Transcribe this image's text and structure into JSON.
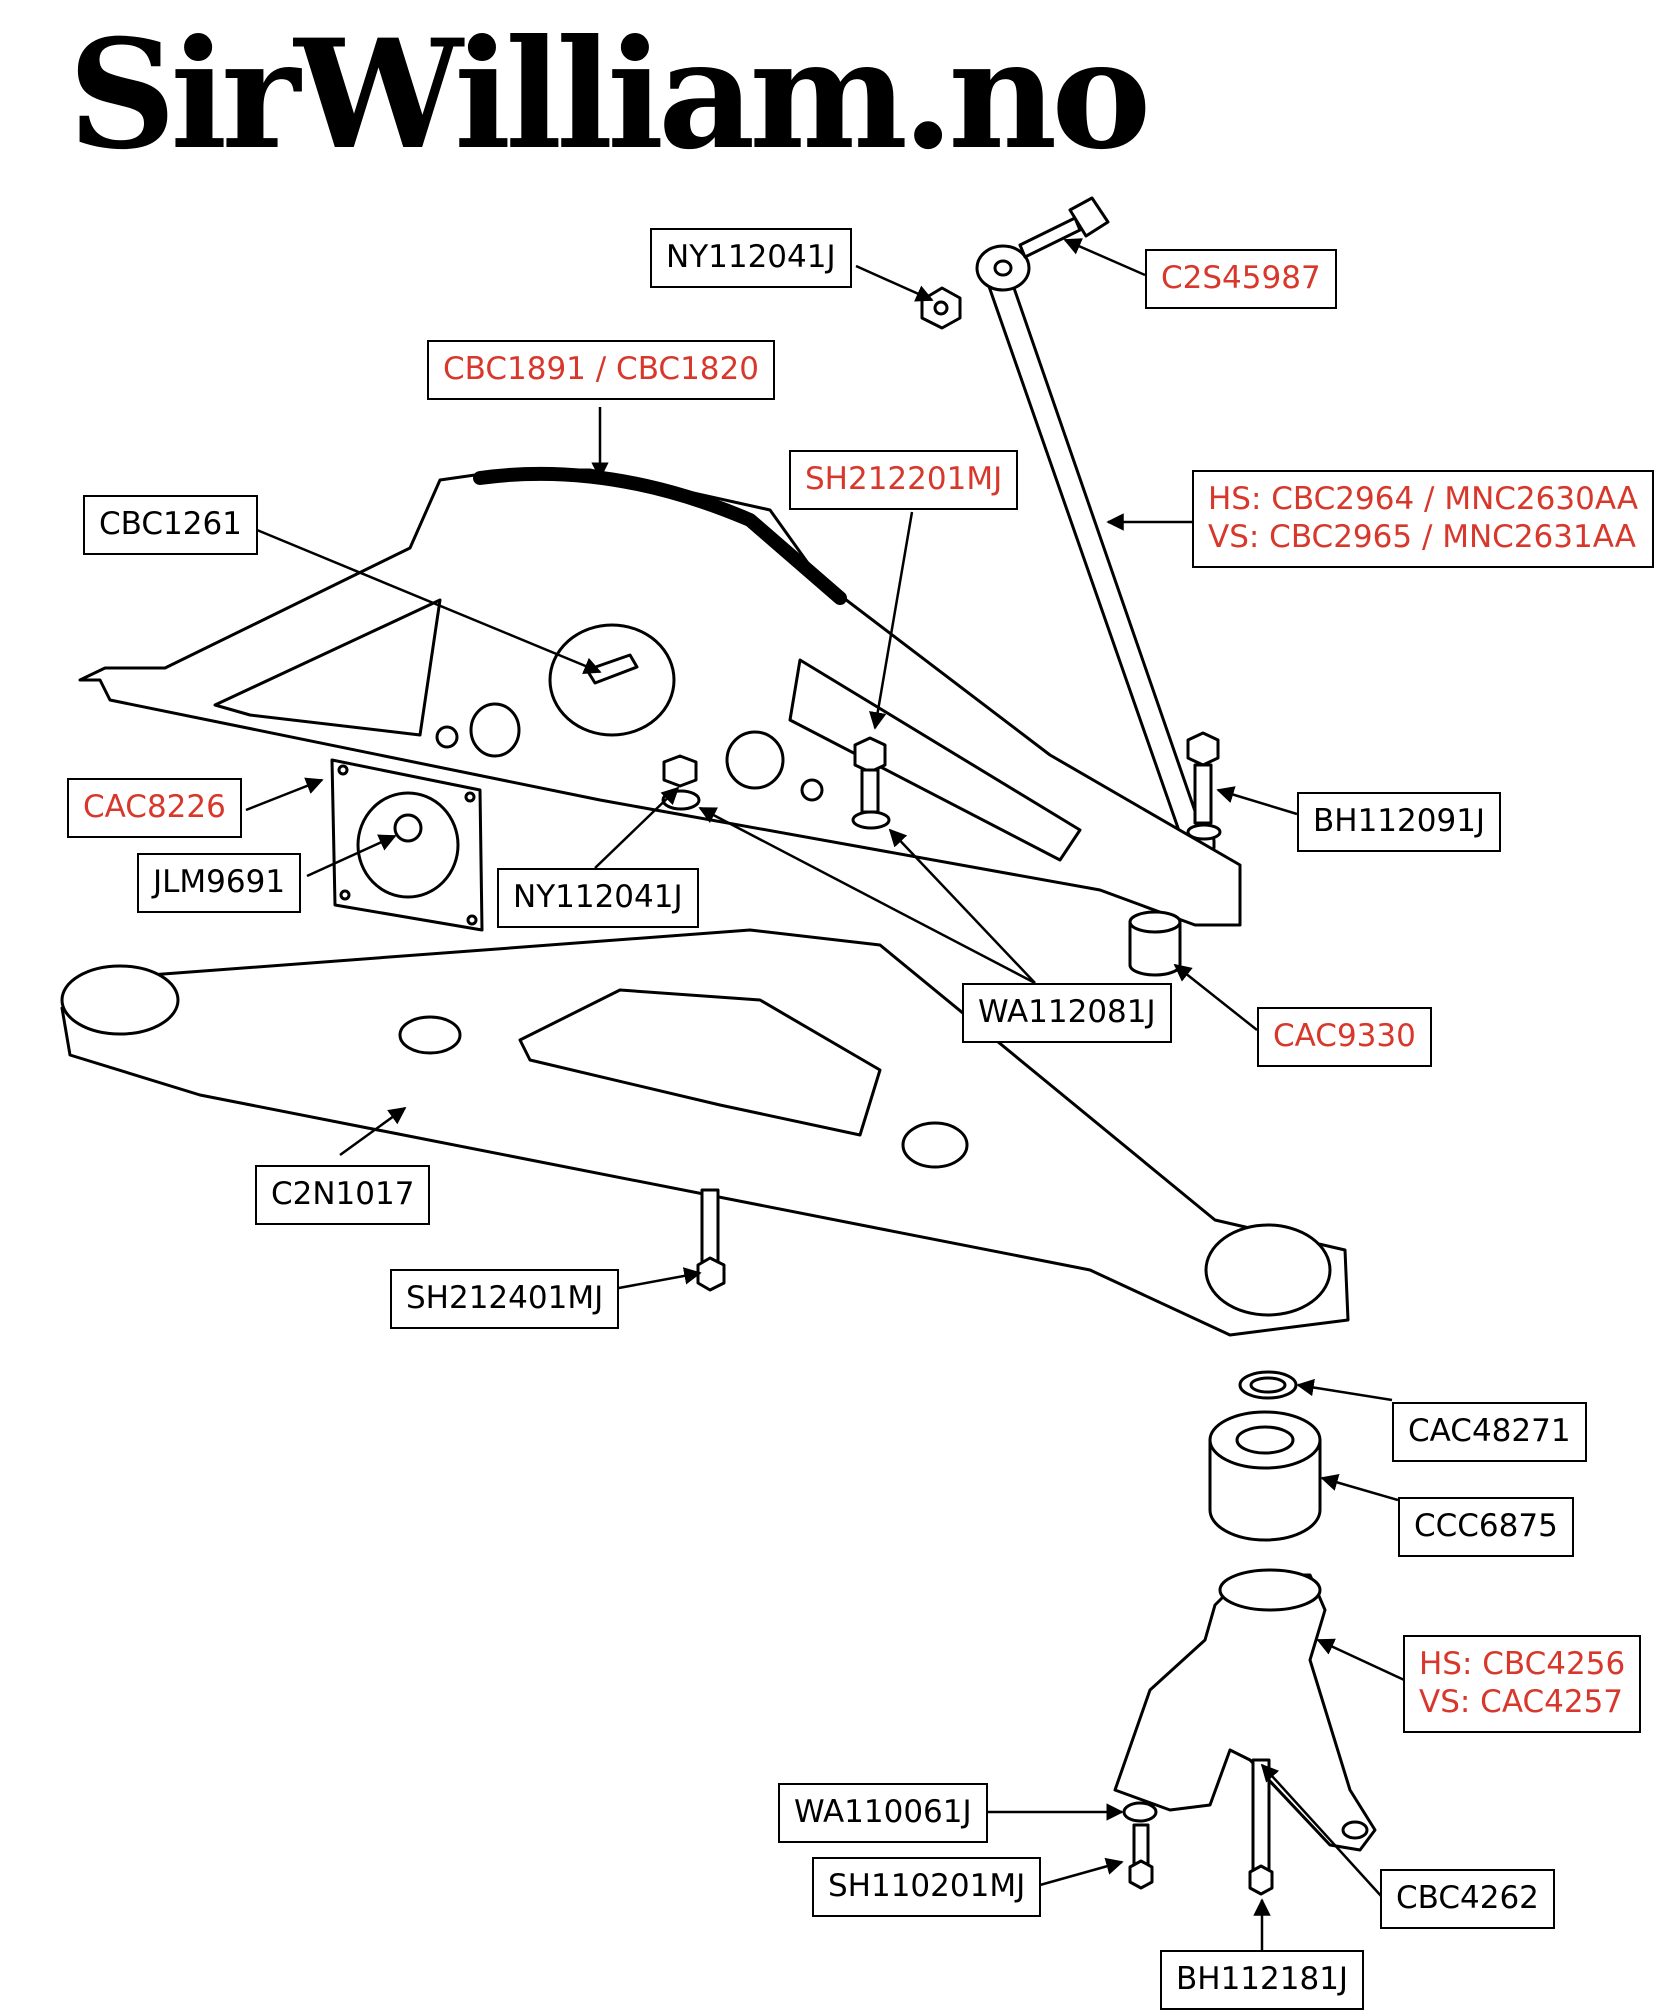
{
  "brand": "SirWilliam.no",
  "colors": {
    "highlight": "#d7382b",
    "normal": "#000000",
    "outline": "#000000",
    "part_fill": "#ffffff"
  },
  "labels": {
    "ny112041j_top": "NY112041J",
    "c2s45987": "C2S45987",
    "cbc1891_cbc1820": "CBC1891 / CBC1820",
    "sh212201mj": "SH212201MJ",
    "cbc1261": "CBC1261",
    "tie_rod_hs": "HS: CBC2964 / MNC2630AA",
    "tie_rod_vs": "VS: CBC2965 / MNC2631AA",
    "cac8226": "CAC8226",
    "bh112091j": "BH112091J",
    "jlm9691": "JLM9691",
    "ny112041j_mid": "NY112041J",
    "wa112081j": "WA112081J",
    "cac9330": "CAC9330",
    "c2n1017": "C2N1017",
    "sh212401mj": "SH212401MJ",
    "cac48271": "CAC48271",
    "ccc6875": "CCC6875",
    "bracket_hs": "HS: CBC4256",
    "bracket_vs": "VS: CAC4257",
    "wa110061j": "WA110061J",
    "sh110201mj": "SH110201MJ",
    "cbc4262": "CBC4262",
    "bh112181j": "BH112181J"
  }
}
